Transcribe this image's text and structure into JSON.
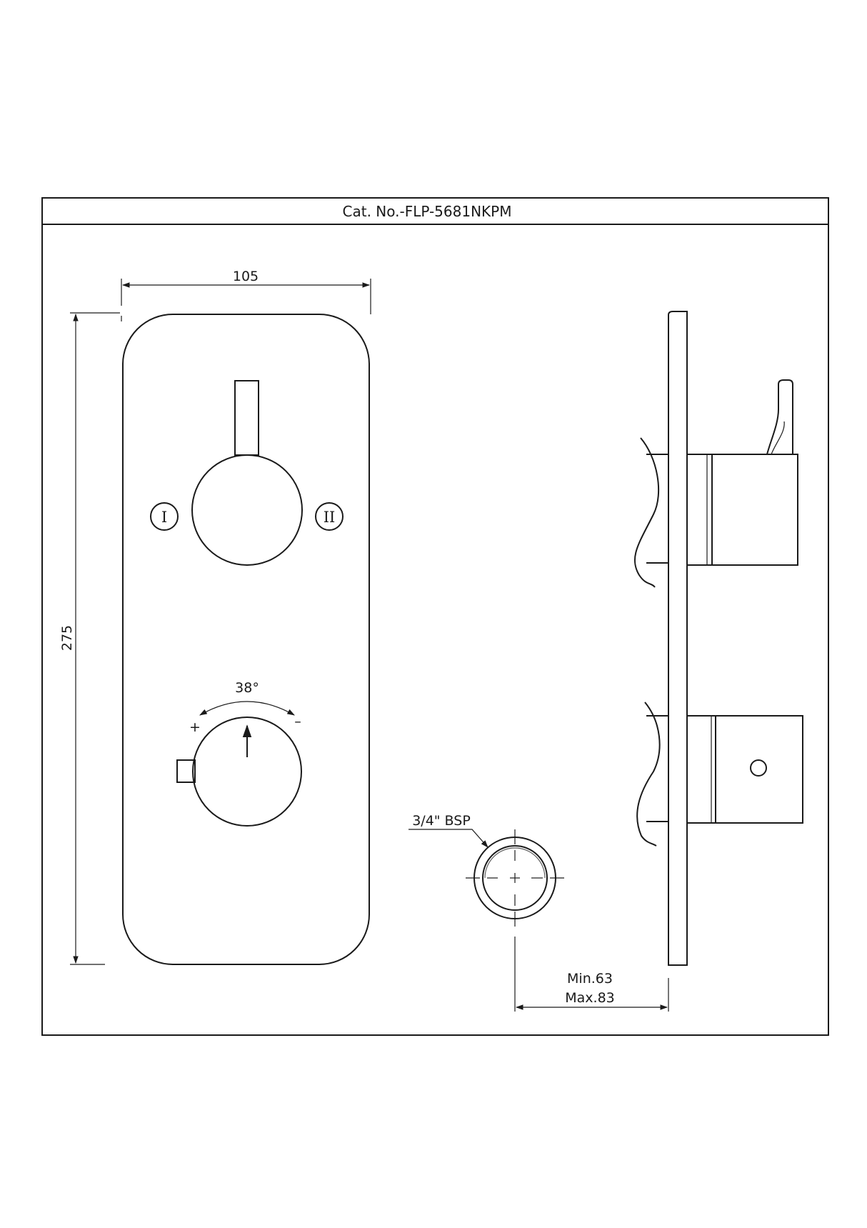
{
  "title": "Cat. No.-FLP-5681NKPM",
  "dimensions": {
    "width": "105",
    "height": "275",
    "angle": "38°",
    "thread": "3/4\" BSP",
    "depth_min": "Min.63",
    "depth_max": "Max.83"
  },
  "diverter_positions": {
    "left": "I",
    "right": "II"
  },
  "thermostat_signs": {
    "plus": "+",
    "minus": "–"
  }
}
